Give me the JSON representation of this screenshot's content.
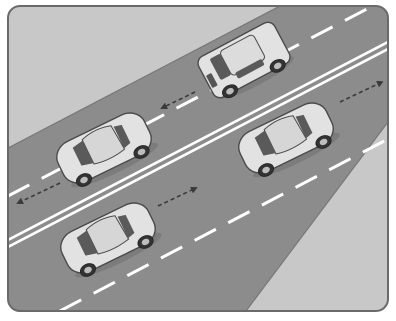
{
  "scene": {
    "kind": "road-traffic-illustration",
    "palette": {
      "frame": "#6a6a6a",
      "ground": "#c8c8c8",
      "road": "#8c8c8c",
      "lane_marking": "#ffffff",
      "car_body": "#e2e2e2",
      "car_glass": "#5a5a5a",
      "arrow": "#3a3a3a"
    },
    "vehicles": [
      {
        "name": "suv-upper-lane",
        "type": "suv",
        "direction": "down-left"
      },
      {
        "name": "sedan-upper-left",
        "type": "sedan",
        "direction": "down-left"
      },
      {
        "name": "sedan-lower-right",
        "type": "sedan",
        "direction": "up-right"
      },
      {
        "name": "sedan-lower-left",
        "type": "sedan",
        "direction": "up-right"
      }
    ]
  }
}
